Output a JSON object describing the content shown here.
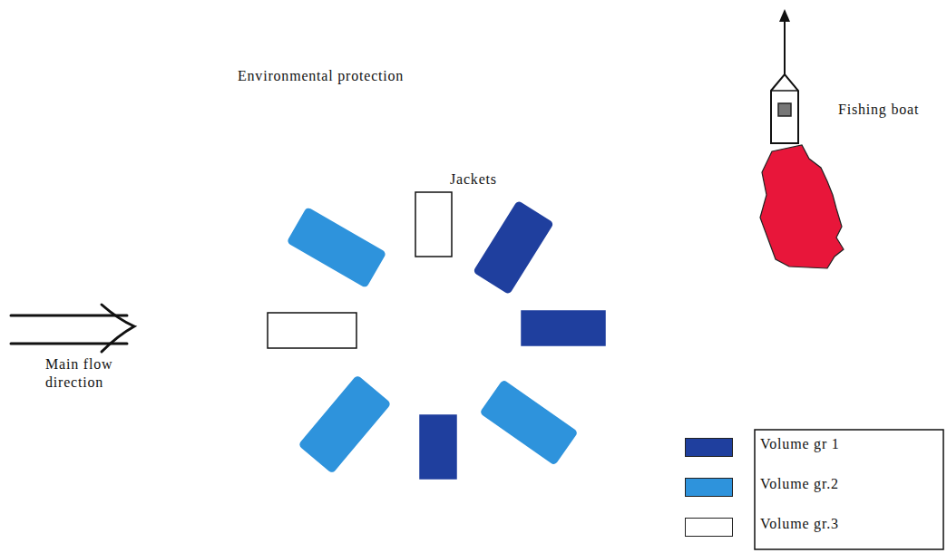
{
  "diagram": {
    "title": "Environmental protection",
    "labels": [
      "Jackets",
      "Fishing boat",
      "Main flow direction"
    ],
    "legend": [
      {
        "text": "Volume gr 1",
        "color": "#1f3f9e"
      },
      {
        "text": "Volume gr.2",
        "color": "#2e93dc"
      },
      {
        "text": "Volume gr.3",
        "color": "#ffffff"
      }
    ]
  }
}
